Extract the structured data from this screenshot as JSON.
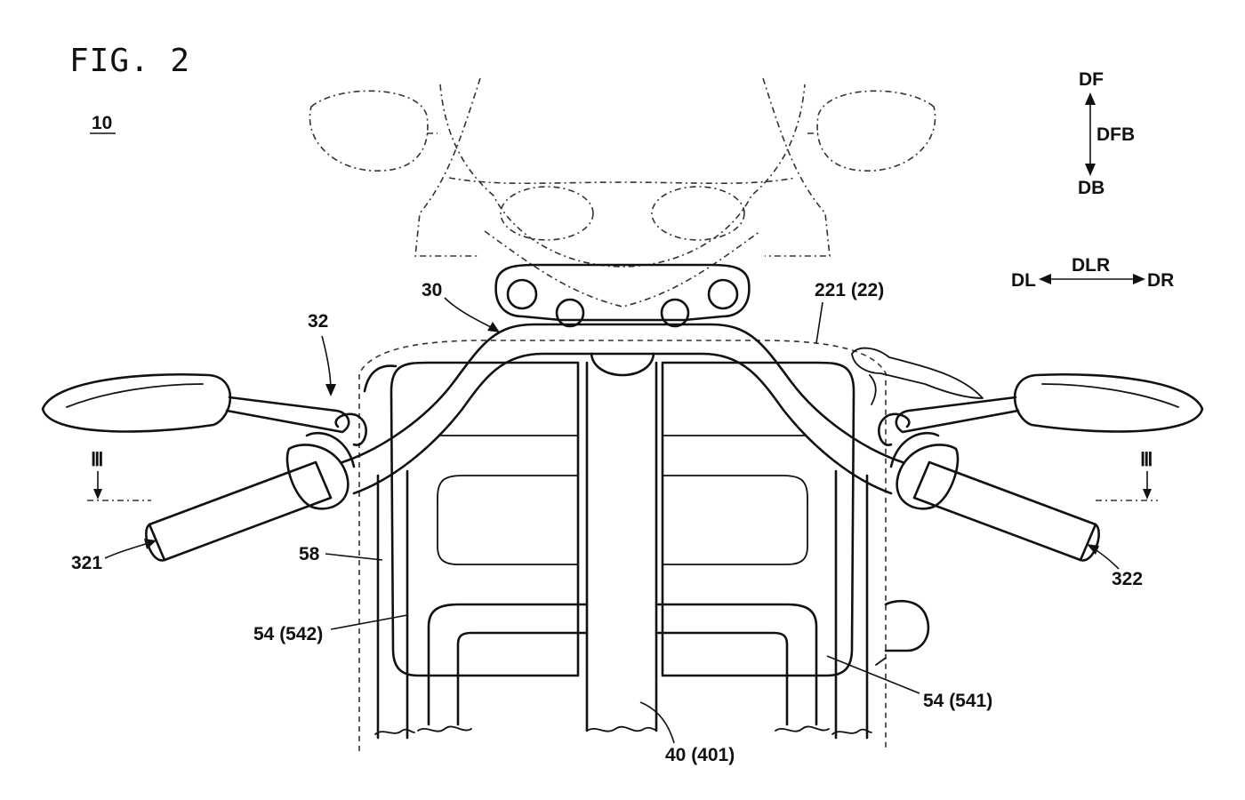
{
  "figure": {
    "title": "FIG. 2",
    "ref_number": "10"
  },
  "directions": {
    "front": "DF",
    "front_back": "DFB",
    "back": "DB",
    "left": "DL",
    "left_right": "DLR",
    "right": "DR"
  },
  "section_marks": {
    "left": "Ⅲ",
    "right": "Ⅲ"
  },
  "labels": {
    "handlebar": "30",
    "steering_unit": "32",
    "left_grip": "321",
    "right_grip": "322",
    "cover": "221 (22)",
    "fork_side": "58",
    "left_tube": "54 (542)",
    "right_tube": "54 (541)",
    "stem": "40 (401)"
  }
}
